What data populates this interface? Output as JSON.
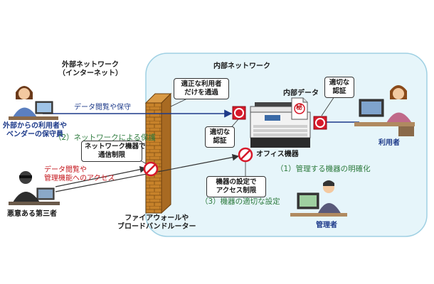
{
  "external_network": {
    "line1": "外部ネットワーク",
    "line2": "（インターネット）"
  },
  "internal_network": {
    "label": "内部ネットワーク"
  },
  "external_user": {
    "line1": "外部からの利用者や",
    "line2": "ベンダーの保守員"
  },
  "malicious_third_party": {
    "label": "悪意ある第三者"
  },
  "firewall": {
    "line1": "ファイアウォールや",
    "line2": "ブロードバンドルーター"
  },
  "office_device": {
    "label": "オフィス機器"
  },
  "internal_data": {
    "label": "内部データ",
    "stamp": "秘"
  },
  "user": {
    "label": "利用者"
  },
  "admin": {
    "label": "管理者"
  },
  "arrows": {
    "data_access_maintenance": "データ閲覧や保守",
    "attack_line1": "データ閲覧や",
    "attack_line2": "管理機能へのアクセス"
  },
  "callouts": {
    "legit_user": {
      "line1": "適正な利用者",
      "line2": "だけを通過"
    },
    "proper_auth_left": {
      "line1": "適切な",
      "line2": "認証"
    },
    "proper_auth_right": {
      "line1": "適切な",
      "line2": "認証"
    },
    "network_restriction": {
      "line1": "ネットワーク機器で",
      "line2": "通信制限"
    },
    "device_settings": {
      "line1": "機器の設定で",
      "line2": "アクセス制限"
    }
  },
  "measures": {
    "m1": "（1）管理する機器の明確化",
    "m2": "（2）ネットワークによる保護",
    "m3": "（3）機器の適切な設定"
  },
  "colors": {
    "internal_bg": "#e8f6fb",
    "firewall_brick": "#b8741f",
    "block_red": "#d7192a",
    "arrow_blue": "#1d3a8a",
    "measure_green": "#2c7a3c"
  }
}
